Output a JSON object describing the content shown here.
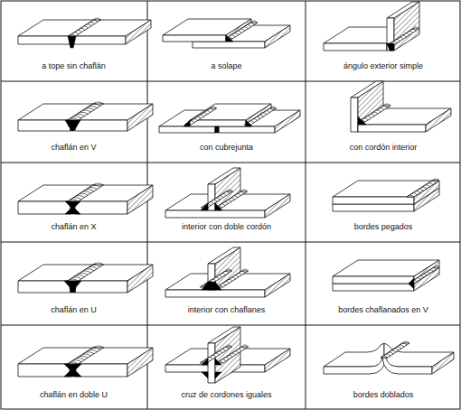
{
  "diagram": {
    "labels": [
      "a tope sin chaflán",
      "a solape",
      "ángulo exterior simple",
      "chaflán en V",
      "con cubrejunta",
      "con cordón interior",
      "chaflán en X",
      "interior con doble cordón",
      "bordes pegados",
      "chaflán en U",
      "interior con chaflanes",
      "bordes chaflanados en V",
      "chaflán en doble U",
      "cruz de cordones iguales",
      "bordes doblados"
    ]
  }
}
